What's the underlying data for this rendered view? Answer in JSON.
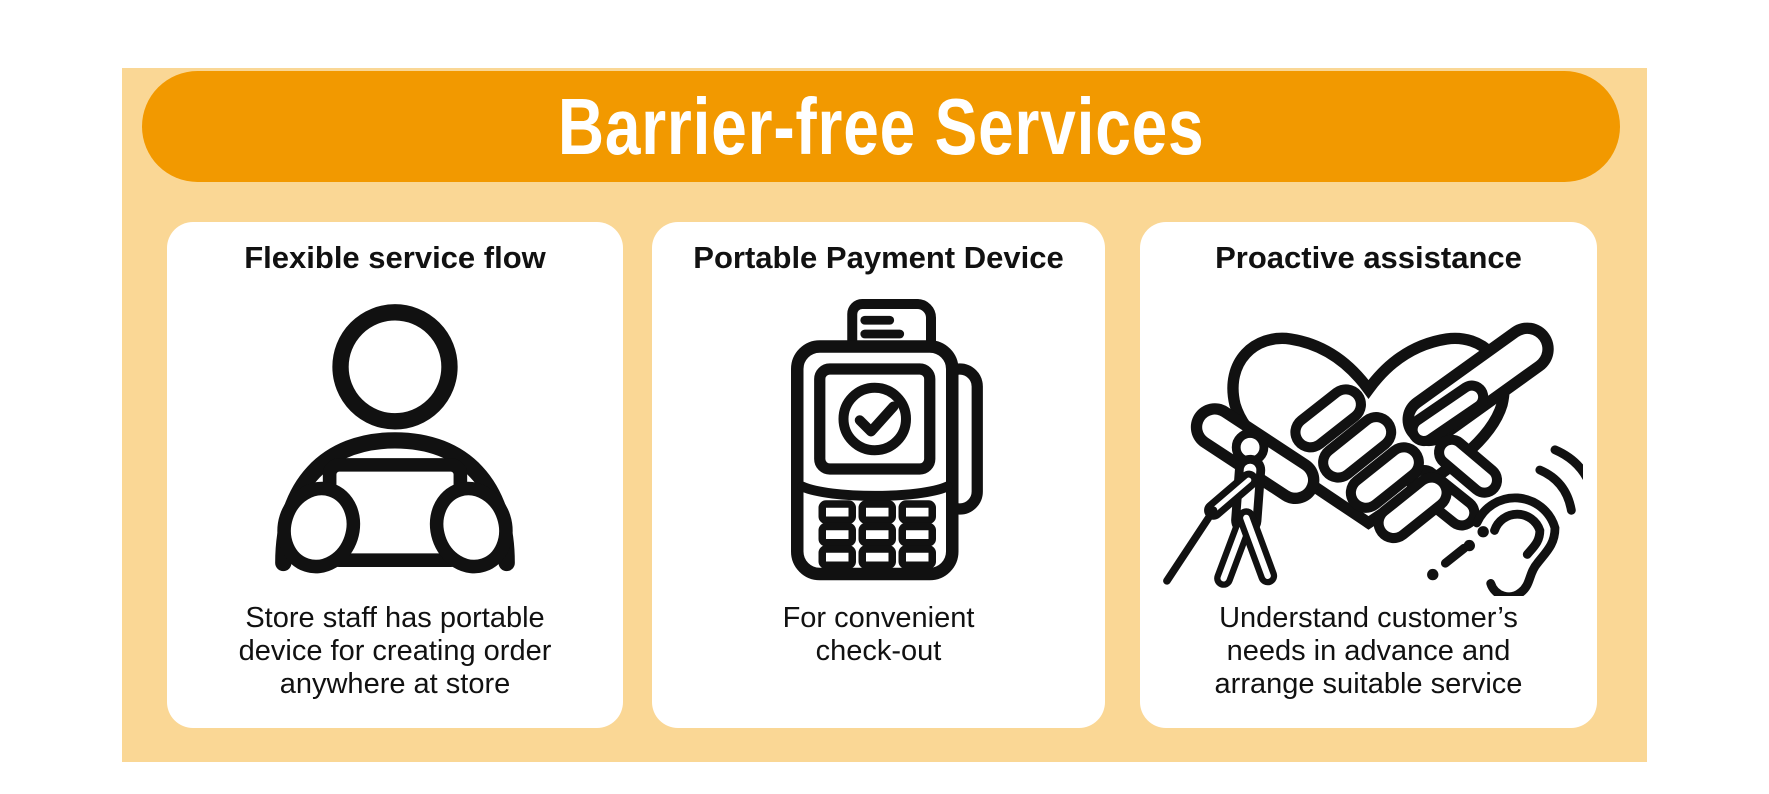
{
  "title": "Barrier-free Services",
  "theme": {
    "banner_color": "#F29900",
    "panel_color": "#FAD795",
    "card_color": "#FFFFFF",
    "title_color": "#FFFFFF",
    "text_color": "#111111",
    "icon_stroke": "#111111"
  },
  "cards": [
    {
      "heading": "Flexible service flow",
      "icon": "staff-with-tablet-icon",
      "description": "Store staff has portable\ndevice for creating order\nanywhere at store"
    },
    {
      "heading": "Portable Payment Device",
      "icon": "payment-terminal-icon",
      "description": "For convenient\ncheck-out"
    },
    {
      "heading": "Proactive assistance",
      "icon": "heart-handshake-blind-person-ear-icon",
      "description": "Understand customer’s\nneeds in advance and\narrange suitable service"
    }
  ]
}
